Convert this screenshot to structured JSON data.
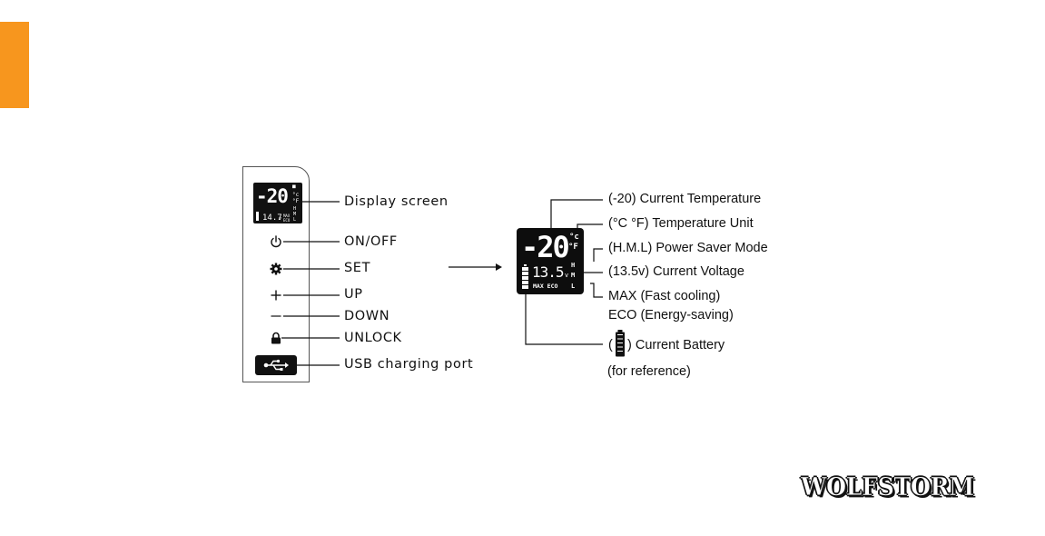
{
  "colors": {
    "accent": "#f7961e",
    "screen": "#0d0d0d",
    "line": "#111111"
  },
  "control_panel": {
    "mini_display": {
      "temp": "-20",
      "unit_c": "°c",
      "unit_f": "°F",
      "voltage": "14.7",
      "volt_unit": "v",
      "max": "MAX",
      "eco": "ECO",
      "h": "H",
      "m": "M",
      "l": "L"
    },
    "labels": {
      "display": "Display screen",
      "on_off": "ON/OFF",
      "set": "SET",
      "up": "UP",
      "down": "DOWN",
      "unlock": "UNLOCK",
      "usb": "USB charging port"
    },
    "icons": [
      "power-icon",
      "gear-icon",
      "plus-icon",
      "minus-icon",
      "lock-icon",
      "usb-icon"
    ]
  },
  "display_detail": {
    "screen": {
      "temp": "-20",
      "unit_c": "°c",
      "unit_f": "°F",
      "h": "H",
      "m": "M",
      "l": "L",
      "voltage": "13.5",
      "volt_unit": "v",
      "mode": "MAX ECO"
    },
    "labels": {
      "temperature": "(-20) Current Temperature",
      "unit": "(°C °F) Temperature Unit",
      "power_saver": "(H.M.L) Power Saver Mode",
      "voltage": "(13.5v) Current Voltage",
      "max": "MAX (Fast cooling)",
      "eco": "ECO (Energy-saving)",
      "battery_open": "(",
      "battery_close": ") Current Battery",
      "reference": "(for reference)"
    }
  },
  "brand": {
    "logo_text": "WOLFSTORM"
  }
}
